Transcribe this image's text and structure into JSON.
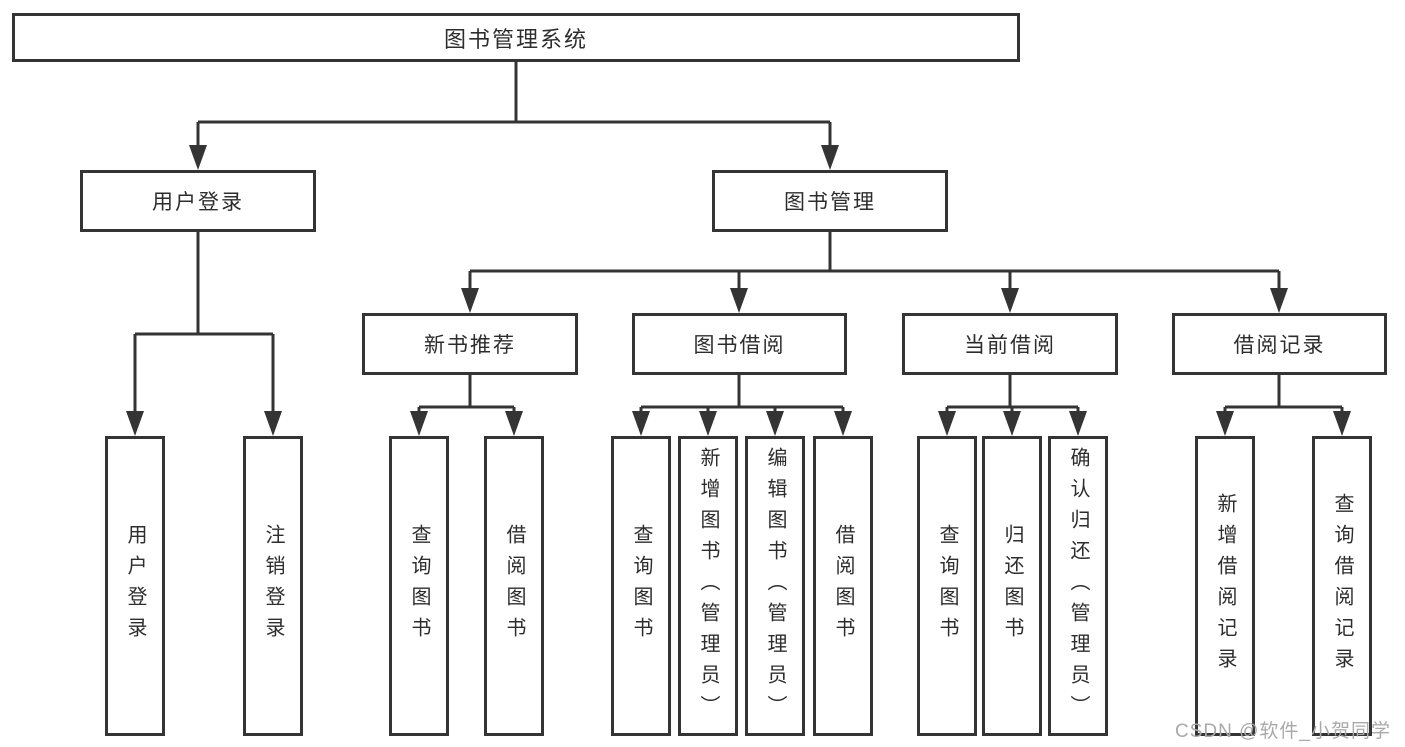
{
  "diagram": {
    "type": "hierarchy-diagram",
    "tree": {
      "label": "图书管理系统",
      "children": [
        {
          "label": "用户登录",
          "children": [
            {
              "label": "用户登录"
            },
            {
              "label": "注销登录"
            }
          ]
        },
        {
          "label": "图书管理",
          "children": [
            {
              "label": "新书推荐",
              "children": [
                {
                  "label": "查询图书"
                },
                {
                  "label": "借阅图书"
                }
              ]
            },
            {
              "label": "图书借阅",
              "children": [
                {
                  "label": "查询图书"
                },
                {
                  "label": "新增图书（管理员）"
                },
                {
                  "label": "编辑图书（管理员）"
                },
                {
                  "label": "借阅图书"
                }
              ]
            },
            {
              "label": "当前借阅",
              "children": [
                {
                  "label": "查询图书"
                },
                {
                  "label": "归还图书"
                },
                {
                  "label": "确认归还（管理员）"
                }
              ]
            },
            {
              "label": "借阅记录",
              "children": [
                {
                  "label": "新增借阅记录"
                },
                {
                  "label": "查询借阅记录"
                }
              ]
            }
          ]
        }
      ]
    },
    "colors": {
      "line": "#343434",
      "text": "#2d2d2d",
      "background": "#ffffff",
      "watermark": "#a9a9a9"
    }
  },
  "watermark": {
    "text": "CSDN @软件_小贺同学"
  }
}
